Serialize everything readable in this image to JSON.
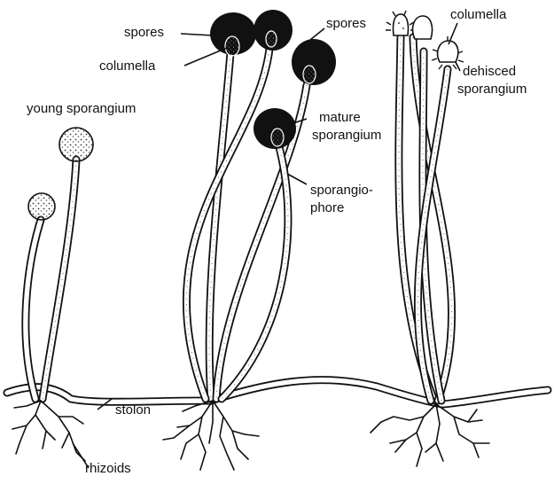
{
  "labels": {
    "spores_left": "spores",
    "columella_left": "columella",
    "spores_mid": "spores",
    "columella_right": "columella",
    "young_sporangium": "young sporangium",
    "mature_line1": "mature",
    "mature_line2": "sporangium",
    "dehisced_line1": "dehisced",
    "dehisced_line2": "sporangium",
    "sporangiophore_line1": "sporangio-",
    "sporangiophore_line2": "phore",
    "stolon": "stolon",
    "rhizoids": "rhizoids"
  },
  "colors": {
    "ink": "#111111",
    "background": "#ffffff",
    "spore_fill": "#111111"
  }
}
